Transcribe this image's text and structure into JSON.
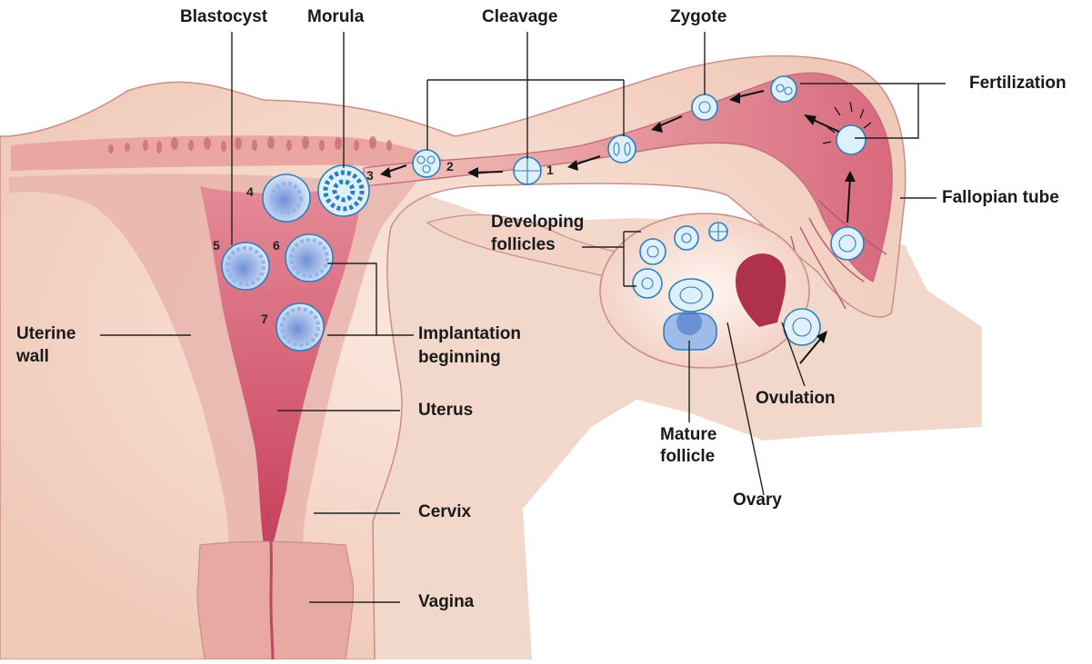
{
  "labels": {
    "blastocyst": "Blastocyst",
    "morula": "Morula",
    "cleavage": "Cleavage",
    "zygote": "Zygote",
    "fertilization": "Fertilization",
    "fallopian_tube": "Fallopian tube",
    "developing_follicles_1": "Developing",
    "developing_follicles_2": "follicles",
    "uterine_wall_1": "Uterine",
    "uterine_wall_2": "wall",
    "implantation_1": "Implantation",
    "implantation_2": "beginning",
    "uterus": "Uterus",
    "ovulation": "Ovulation",
    "mature_follicle_1": "Mature",
    "mature_follicle_2": "follicle",
    "ovary": "Ovary",
    "cervix": "Cervix",
    "vagina": "Vagina"
  },
  "stage_numbers": [
    "1",
    "2",
    "3",
    "4",
    "5",
    "6",
    "7"
  ],
  "colors": {
    "tissue_light": "#f3d7c9",
    "tissue_mid": "#e8a9a3",
    "uterus_lining": "#d97083",
    "cavity": "#c9405e",
    "cell_fill": "#dff0fb",
    "cell_stroke": "#2a7fbf"
  }
}
